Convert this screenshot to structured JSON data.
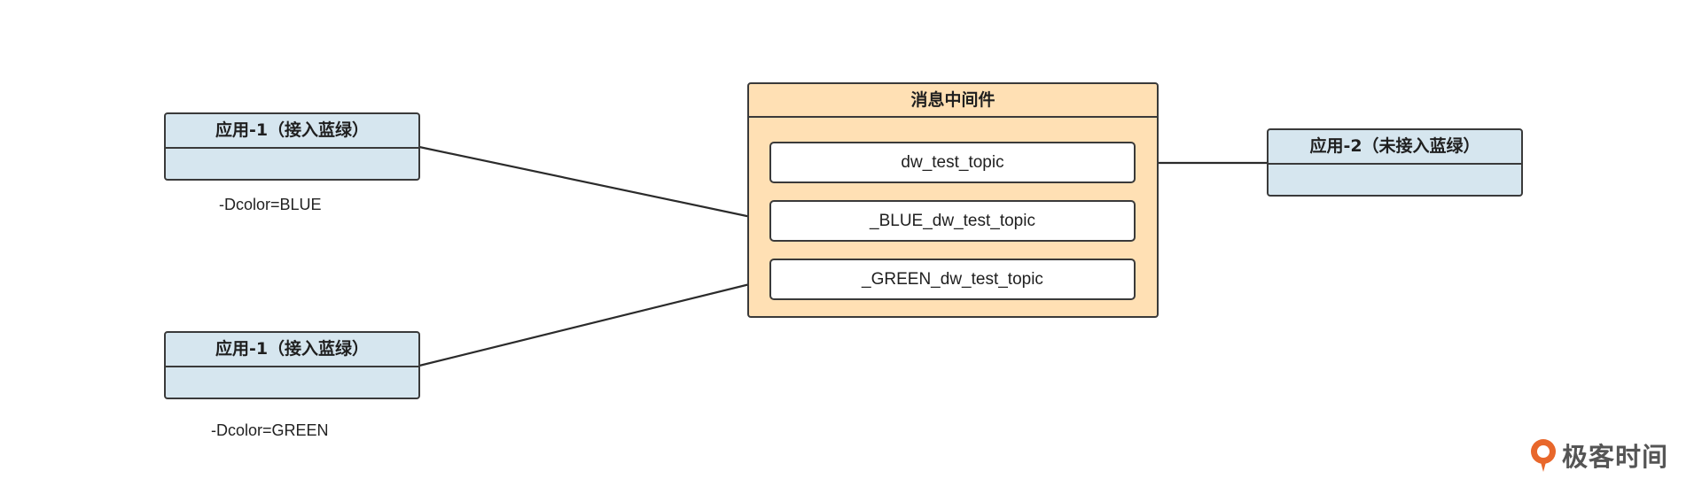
{
  "apps": [
    {
      "title": "应用-1（接入蓝绿）",
      "param": "-Dcolor=BLUE"
    },
    {
      "title": "应用-1（接入蓝绿）",
      "param": "-Dcolor=GREEN"
    },
    {
      "title": "应用-2（未接入蓝绿）"
    }
  ],
  "middleware": {
    "title": "消息中间件",
    "topics": [
      "dw_test_topic",
      "_BLUE_dw_test_topic",
      "_GREEN_dw_test_topic"
    ]
  },
  "logo": {
    "text": "极客时间"
  },
  "colors": {
    "app_fill": "#d6e6ef",
    "middleware_fill": "#ffe0b4",
    "logo": "#e8672b"
  }
}
